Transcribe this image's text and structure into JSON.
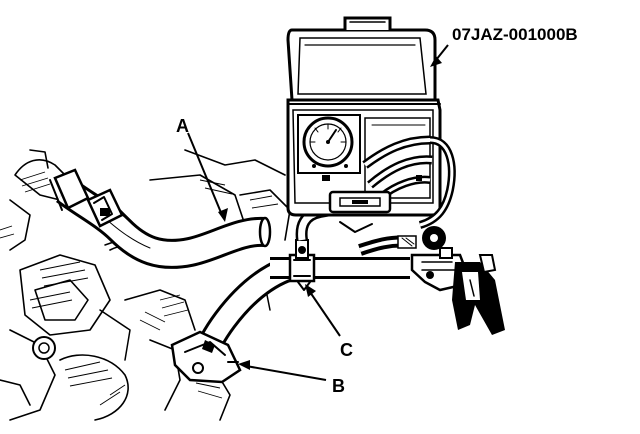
{
  "diagram": {
    "part_number": "07JAZ-001000B",
    "labels": {
      "a": "A",
      "b": "B",
      "c": "C"
    }
  }
}
